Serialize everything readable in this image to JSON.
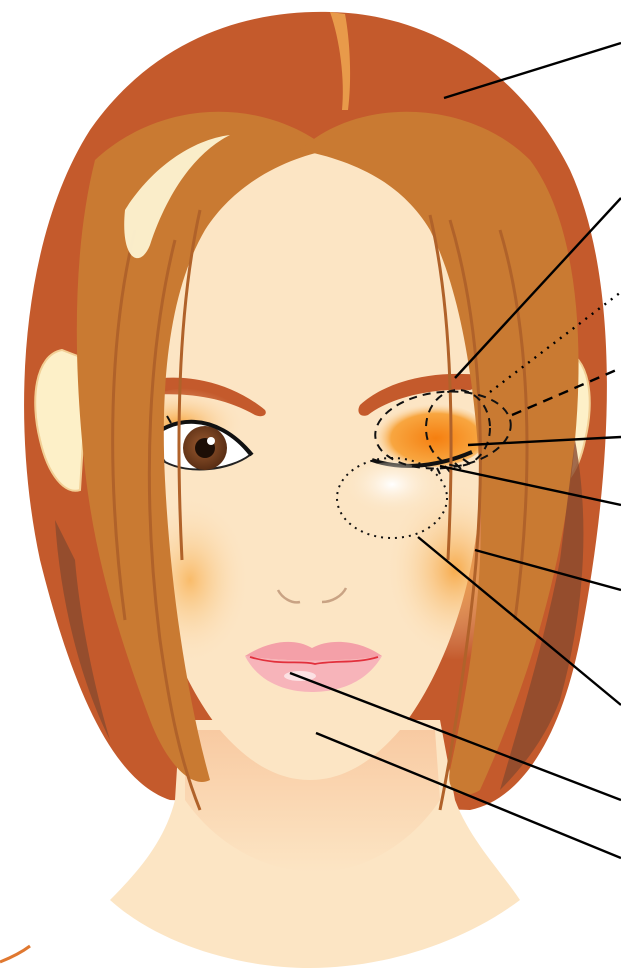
{
  "diagram": {
    "subject": "makeup-face-illustration",
    "callouts": [
      {
        "id": "hair"
      },
      {
        "id": "brow"
      },
      {
        "id": "dotted-highlight"
      },
      {
        "id": "dashed-eyeshadow-zone"
      },
      {
        "id": "eyeshadow"
      },
      {
        "id": "eyeliner"
      },
      {
        "id": "blush"
      },
      {
        "id": "under-eye-highlight"
      },
      {
        "id": "lips"
      },
      {
        "id": "skin"
      }
    ]
  },
  "colors": {
    "hair_dark": "#c45a2c",
    "hair_mid": "#c97a32",
    "hair_shadow": "#8a4a2e",
    "skin": "#fce5c4",
    "skin_shadow": "#f8c79e",
    "ear": "#fdf0c8",
    "brow": "#c45a2c",
    "eyeshadow": "#f6901e",
    "iris": "#7a4422",
    "lips": "#f4a0a8",
    "blush": "#f8b45a",
    "leader": "#000000"
  }
}
